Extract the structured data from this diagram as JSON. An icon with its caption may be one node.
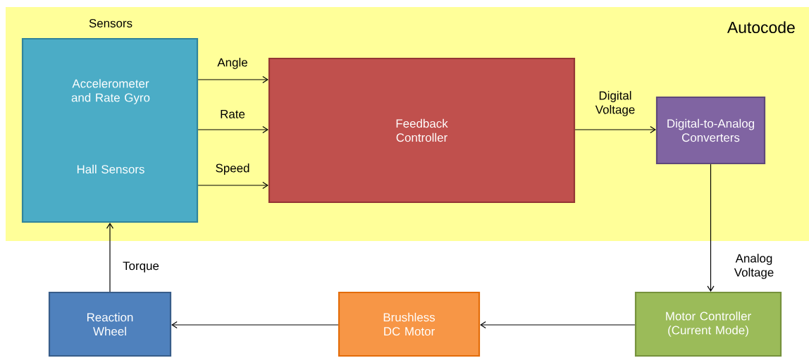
{
  "diagram": {
    "nodes": [
      {
        "text": [
          "Autocode"
        ]
      },
      {
        "text": [
          "Sensors",
          "Accelerometer and Rate Gyro",
          "Hall Sensors"
        ],
        "in": 0
      },
      {
        "text": [
          "Feedback Controller"
        ],
        "in": 0
      },
      {
        "text": [
          "Digital-to-Analog Converters"
        ],
        "in": 0
      },
      {
        "text": [
          "Motor Controller (Current Mode)"
        ]
      },
      {
        "text": [
          "Brushless DC Motor"
        ]
      },
      {
        "text": [
          "Reaction Wheel"
        ]
      }
    ],
    "edges": [
      {
        "from": 1,
        "to": 2,
        "arrow": "to",
        "label": "Angle"
      },
      {
        "from": 1,
        "to": 2,
        "arrow": "to",
        "label": "Rate"
      },
      {
        "from": 1,
        "to": 2,
        "arrow": "to",
        "label": "Speed"
      },
      {
        "from": 2,
        "to": 3,
        "arrow": "to",
        "label": "Digital Voltage"
      },
      {
        "from": 3,
        "to": 4,
        "arrow": "to",
        "label": "Analog Voltage"
      },
      {
        "from": 4,
        "to": 5,
        "arrow": "to"
      },
      {
        "from": 5,
        "to": 6,
        "arrow": "to"
      },
      {
        "from": 6,
        "to": 1,
        "arrow": "to",
        "label": "Torque"
      }
    ]
  }
}
